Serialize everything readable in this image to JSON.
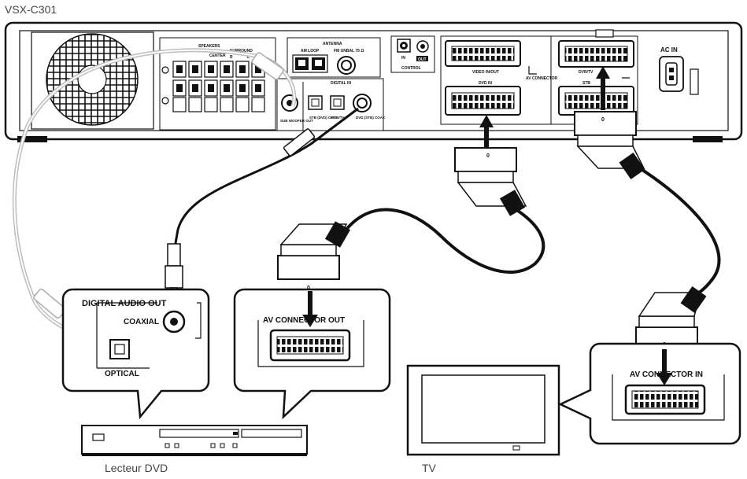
{
  "receiver": {
    "model": "VSX-C301",
    "speakers_label": "SPEAKERS",
    "center_label": "CENTER",
    "surround_label": "SURROUND",
    "surround_r": "R",
    "surround_l": "L",
    "antenna_label": "ANTENNA",
    "am_loop_label": "AM LOOP",
    "fm_label": "FM UNBAL 75 Ω",
    "control_label": "CONTROL",
    "control_in": "IN",
    "control_out": "OUT",
    "digital_in_label": "DIGITAL IN",
    "subwoofer_label": "SUB WOOFER OUT",
    "opt1_label": "STB (DVD) OPT1",
    "dvrtv_opt_label": "DVR/TV",
    "coax_label": "DVD (STB) COAX",
    "video_in_out_label": "VIDEO IN/OUT",
    "av_connector_label": "AV CONNECTOR",
    "dvd_in_label": "DVD IN",
    "dvr_tv_label": "DVR/TV",
    "stb_label": "STB",
    "ac_in_label": "AC IN"
  },
  "dvd_player": {
    "caption": "Lecteur DVD",
    "digital_audio_out_label": "DIGITAL AUDIO OUT",
    "coaxial_label": "COAXIAL",
    "optical_label": "OPTICAL",
    "av_connector_out_label": "AV CONNECTOR OUT"
  },
  "tv": {
    "caption": "TV",
    "av_connector_in_label": "AV CONNECTOR IN"
  },
  "scart_plug_mark": "0",
  "colors": {
    "line": "#111111",
    "optical_cable": "#c8c8c8",
    "panel_fill": "#ffffff"
  }
}
